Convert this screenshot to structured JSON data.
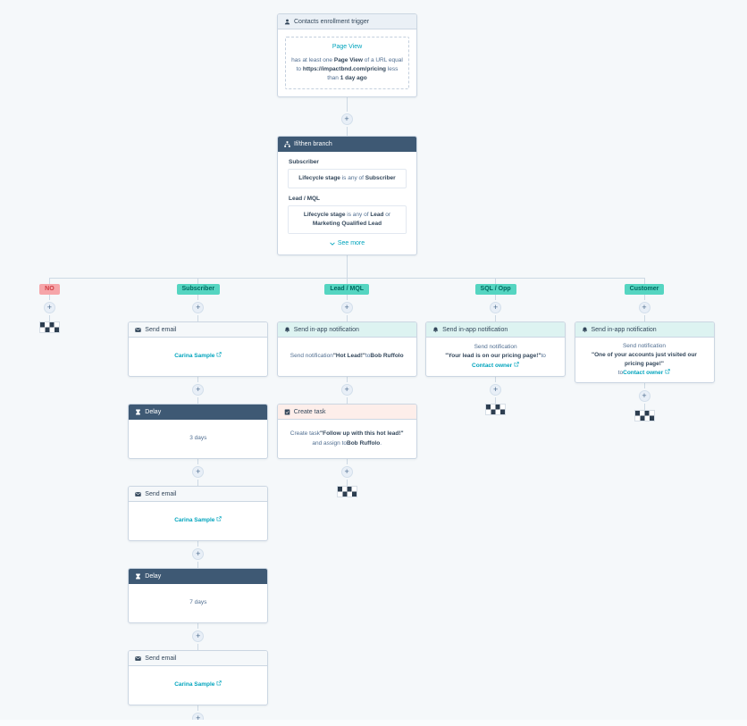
{
  "ui": {
    "add_label": "+"
  },
  "colors": {
    "canvas_bg": "#f5f8fa",
    "node_border": "#cbd6e2",
    "connector_line": "#cdd9e4",
    "dark_header_bg": "#3e5974",
    "trigger_header_bg": "#eaf0f6",
    "notification_header_bg": "#ddf3f1",
    "task_header_bg": "#fdeeea",
    "link_teal": "#00a4bd",
    "badge_teal_bg": "#55d5c1",
    "badge_red_bg": "#f6a5a9",
    "text_dark": "#33475b"
  },
  "trigger_node": {
    "header_label": "Contacts enrollment trigger",
    "header_icon": "person-icon",
    "card_title": "Page View",
    "criteria_segments": [
      {
        "text": "has at least one "
      },
      {
        "text": "Page View",
        "bold": true
      },
      {
        "text": " of a URL equal to "
      },
      {
        "text": "https://impactbnd.com/pricing",
        "bold": true
      },
      {
        "text": " less than "
      },
      {
        "text": "1 day ago",
        "bold": true
      }
    ]
  },
  "ifthen_node": {
    "header_label": "If/then branch",
    "header_icon": "branch-icon",
    "sections": [
      {
        "label": "Subscriber",
        "clipped": false,
        "segments": [
          {
            "text": "Lifecycle stage",
            "bold": true
          },
          {
            "text": " is any of "
          },
          {
            "text": "Subscriber",
            "bold": true
          }
        ]
      },
      {
        "label": "Lead / MQL",
        "clipped": true,
        "segments": [
          {
            "text": "Lifecycle stage",
            "bold": true
          },
          {
            "text": " is any of "
          },
          {
            "text": "Lead",
            "bold": true
          },
          {
            "text": " or "
          },
          {
            "text": "Marketing Qualified Lead",
            "bold": true
          }
        ]
      }
    ],
    "see_more_label": "See more"
  },
  "branches": [
    {
      "badge": {
        "label": "NO",
        "style": "negative"
      },
      "steps": [
        {
          "type": "goal",
          "icon": "goal-icon"
        }
      ]
    },
    {
      "badge": {
        "label": "Subscriber",
        "style": "positive"
      },
      "steps": [
        {
          "type": "action",
          "icon": "email-icon",
          "header": "Send email",
          "header_style": "email",
          "segments": [
            {
              "text": "Carina Sample",
              "link": true,
              "external": true
            }
          ]
        },
        {
          "type": "action",
          "icon": "hourglass-icon",
          "header": "Delay",
          "header_style": "dark",
          "segments": [
            {
              "text": "3 days"
            }
          ]
        },
        {
          "type": "action",
          "icon": "email-icon",
          "header": "Send email",
          "header_style": "email",
          "segments": [
            {
              "text": "Carina Sample",
              "link": true,
              "external": true
            }
          ]
        },
        {
          "type": "action",
          "icon": "hourglass-icon",
          "header": "Delay",
          "header_style": "dark",
          "segments": [
            {
              "text": "7 days"
            }
          ]
        },
        {
          "type": "action",
          "icon": "email-icon",
          "header": "Send email",
          "header_style": "email",
          "segments": [
            {
              "text": "Carina Sample",
              "link": true,
              "external": true
            }
          ]
        },
        {
          "type": "goal",
          "icon": "goal-icon"
        }
      ]
    },
    {
      "badge": {
        "label": "Lead / MQL",
        "style": "positive"
      },
      "steps": [
        {
          "type": "action",
          "icon": "bell-icon",
          "header": "Send in-app notification",
          "header_style": "notification",
          "segments": [
            {
              "text": "Send notification "
            },
            {
              "text": "\"Hot Lead!\"",
              "bold": true
            },
            {
              "text": " to "
            },
            {
              "text": "Bob Ruffolo",
              "bold": true
            }
          ]
        },
        {
          "type": "action",
          "icon": "task-icon",
          "header": "Create task",
          "header_style": "task",
          "segments": [
            {
              "text": "Create task "
            },
            {
              "text": "\"Follow up with this hot lead!\"",
              "bold": true
            },
            {
              "text": " and assign to "
            },
            {
              "text": "Bob Ruffolo",
              "bold": true
            },
            {
              "text": "."
            }
          ]
        },
        {
          "type": "goal",
          "icon": "goal-icon"
        }
      ]
    },
    {
      "badge": {
        "label": "SQL / Opp",
        "style": "positive"
      },
      "steps": [
        {
          "type": "action",
          "icon": "bell-icon",
          "header": "Send in-app notification",
          "header_style": "notification",
          "segments": [
            {
              "text": "Send notification "
            },
            {
              "text": "\"Your lead is on our pricing page!\"",
              "bold": true
            },
            {
              "text": " to "
            },
            {
              "text": "Contact owner",
              "link": true,
              "external": true
            }
          ]
        },
        {
          "type": "goal",
          "icon": "goal-icon"
        }
      ]
    },
    {
      "badge": {
        "label": "Customer",
        "style": "positive"
      },
      "steps": [
        {
          "type": "action",
          "icon": "bell-icon",
          "header": "Send in-app notification",
          "header_style": "notification",
          "segments": [
            {
              "text": "Send notification "
            },
            {
              "text": "\"One of your accounts just visited our pricing page!\"",
              "bold": true
            },
            {
              "text": " to "
            },
            {
              "text": "Contact owner",
              "link": true,
              "external": true
            }
          ]
        },
        {
          "type": "goal",
          "icon": "goal-icon"
        }
      ]
    }
  ]
}
